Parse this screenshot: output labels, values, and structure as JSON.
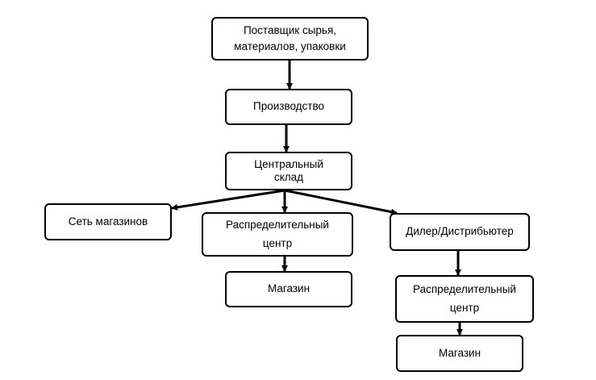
{
  "nodes": {
    "supplier": "Поставщик сырья,\nматериалов, упаковки",
    "production": "Производство",
    "central_warehouse": "Центральный\nсклад",
    "store_chain": "Сеть магазинов",
    "distribution_center_left": "Распределительный\nцентр",
    "store_left": "Магазин",
    "dealer": "Дилер/Дистрибьютер",
    "distribution_center_right": "Распределительный\nцентр",
    "store_right": "Магазин"
  },
  "edges": [
    {
      "from": "supplier",
      "to": "production"
    },
    {
      "from": "production",
      "to": "central_warehouse"
    },
    {
      "from": "central_warehouse",
      "to": "store_chain"
    },
    {
      "from": "central_warehouse",
      "to": "distribution_center_left"
    },
    {
      "from": "central_warehouse",
      "to": "dealer"
    },
    {
      "from": "distribution_center_left",
      "to": "store_left"
    },
    {
      "from": "dealer",
      "to": "distribution_center_right"
    },
    {
      "from": "distribution_center_right",
      "to": "store_right"
    }
  ],
  "colors": {
    "stroke": "#000000",
    "fill": "#ffffff"
  }
}
